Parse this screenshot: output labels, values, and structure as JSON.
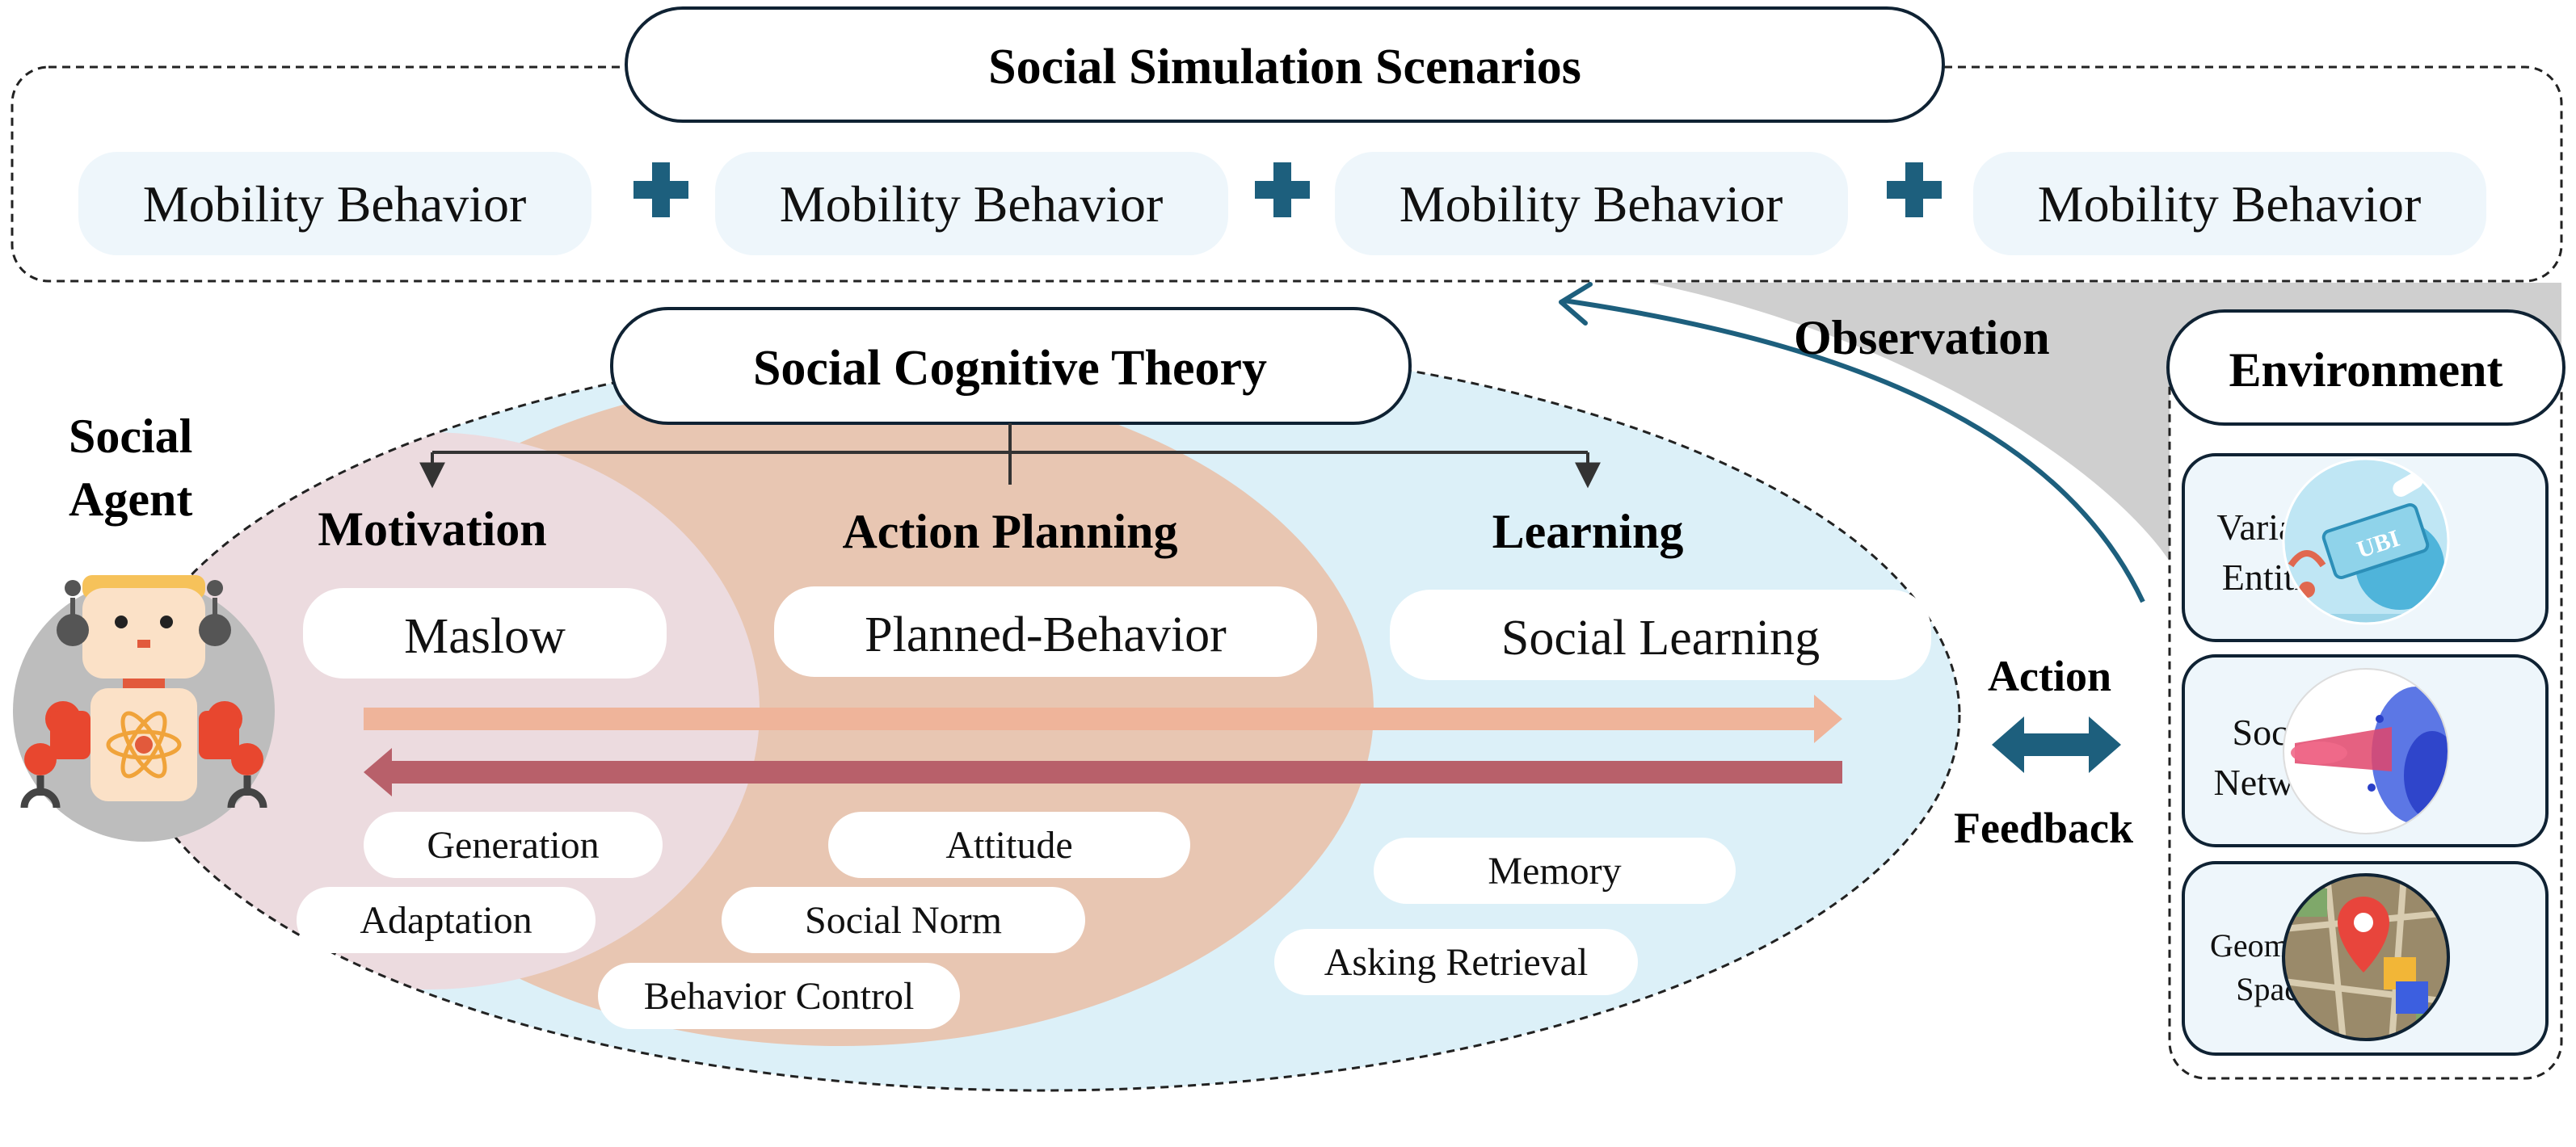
{
  "scenarios": {
    "title": "Social Simulation Scenarios",
    "items": [
      "Mobility Behavior",
      "Mobility Behavior",
      "Mobility Behavior",
      "Mobility Behavior"
    ]
  },
  "theory": {
    "title": "Social Cognitive Theory",
    "agent_label_line1": "Social",
    "agent_label_line2": "Agent",
    "columns": [
      {
        "heading": "Motivation",
        "model": "Maslow",
        "items": [
          "Generation",
          "Adaptation"
        ]
      },
      {
        "heading": "Action Planning",
        "model": "Planned-Behavior",
        "items": [
          "Attitude",
          "Social Norm",
          "Behavior Control"
        ]
      },
      {
        "heading": "Learning",
        "model": "Social Learning",
        "items": [
          "Memory",
          "Asking Retrieval"
        ]
      }
    ]
  },
  "links": {
    "observation": "Observation",
    "action": "Action",
    "feedback": "Feedback"
  },
  "environment": {
    "title": "Environment",
    "cards": [
      {
        "line1": "Variable",
        "line2": "Entities",
        "badge": "UBI"
      },
      {
        "line1": "Social",
        "line2": "Network"
      },
      {
        "line1": "Geometry",
        "line2": "Space"
      }
    ]
  },
  "colors": {
    "dark": "#0f2233",
    "teal": "#1d5f7d",
    "pill": "#eef6fb",
    "light_blue": "#dcf0f8",
    "peach": "#e8c6b2",
    "pink": "#ecdbdf",
    "arrow_light": "#efb49a",
    "arrow_dark": "#b8606a"
  }
}
